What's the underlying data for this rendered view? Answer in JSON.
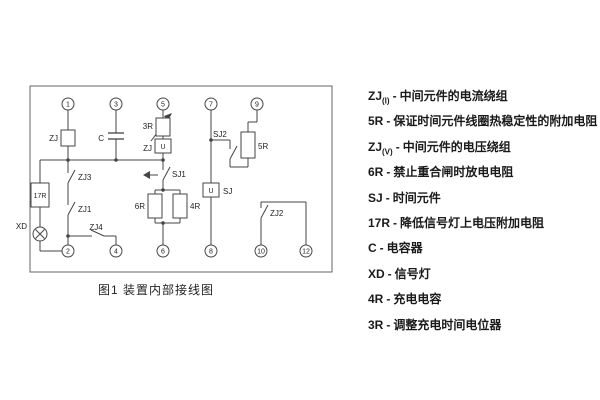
{
  "figure": {
    "caption": "图1 装置内部接线图"
  },
  "colors": {
    "ink": "#222222",
    "line": "#444444"
  },
  "diagram": {
    "terminals": [
      "1",
      "3",
      "5",
      "7",
      "9",
      "2",
      "4",
      "6",
      "8",
      "10",
      "12"
    ],
    "labels": {
      "zj_coil": "ZJ",
      "zj3": "ZJ3",
      "zj1": "ZJ1",
      "zj4": "ZJ4",
      "r17": "17R",
      "xd": "XD",
      "c": "C",
      "r3": "3R",
      "zj_v": "ZJ",
      "u_left": "U",
      "sj1": "SJ1",
      "r6": "6R",
      "r4": "4R",
      "sj2": "SJ2",
      "r5": "5R",
      "u_right": "U",
      "sj": "SJ",
      "zj2": "ZJ2"
    }
  },
  "legend": {
    "separator": "-",
    "items": [
      {
        "term": "ZJ",
        "sub": "(I)",
        "desc": "中间元件的电流绕组"
      },
      {
        "term": "5R",
        "sub": "",
        "desc": "保证时间元件线圈热稳定性的附加电阻"
      },
      {
        "term": "ZJ",
        "sub": "(V)",
        "desc": "中间元件的电压绕组"
      },
      {
        "term": "6R",
        "sub": "",
        "desc": "禁止重合闸时放电电阻"
      },
      {
        "term": "SJ",
        "sub": "",
        "desc": "时间元件"
      },
      {
        "term": "17R",
        "sub": "",
        "desc": "降低信号灯上电压附加电阻"
      },
      {
        "term": "C",
        "sub": "",
        "desc": "电容器"
      },
      {
        "term": "XD",
        "sub": "",
        "desc": "信号灯"
      },
      {
        "term": "4R",
        "sub": "",
        "desc": "充电电容"
      },
      {
        "term": "3R",
        "sub": "",
        "desc": "调整充电时间电位器"
      }
    ]
  }
}
